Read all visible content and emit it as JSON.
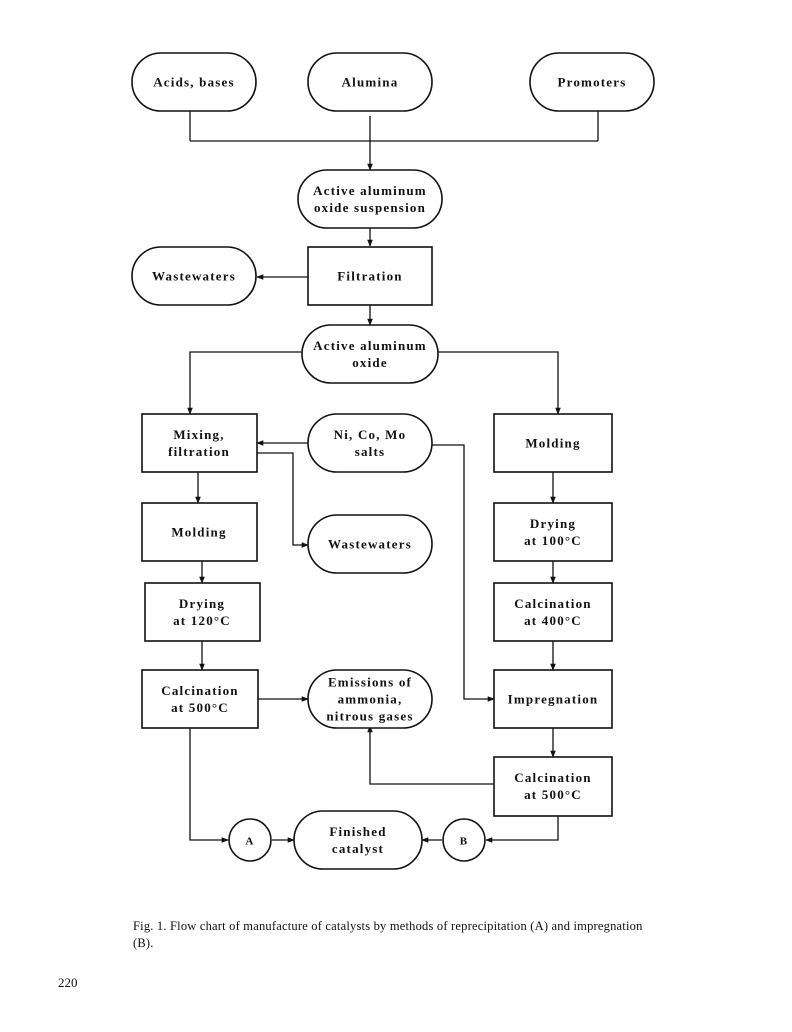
{
  "nodes": {
    "acids": [
      "Acids, bases"
    ],
    "alumina": [
      "Alumina"
    ],
    "promoters": [
      "Promoters"
    ],
    "suspension": [
      "Active aluminum",
      "oxide suspension"
    ],
    "wastewaters_top": [
      "Wastewaters"
    ],
    "filtration": [
      "Filtration"
    ],
    "active_oxide": [
      "Active aluminum",
      "oxide"
    ],
    "mixing": [
      "Mixing,",
      "filtration"
    ],
    "salts": [
      "Ni, Co, Mo",
      "salts"
    ],
    "molding_right": [
      "Molding"
    ],
    "molding_left": [
      "Molding"
    ],
    "wastewaters_mid": [
      "Wastewaters"
    ],
    "drying_right": [
      "Drying",
      "at 100°C"
    ],
    "drying_left": [
      "Drying",
      "at 120°C"
    ],
    "calc_400": [
      "Calcination",
      "at 400°C"
    ],
    "calc_left": [
      "Calcination",
      "at 500°C"
    ],
    "emissions": [
      "Emissions of",
      "ammonia,",
      "nitrous gases"
    ],
    "impregnation": [
      "Impregnation"
    ],
    "calc_right": [
      "Calcination",
      "at 500°C"
    ],
    "circle_a": [
      "A"
    ],
    "finished": [
      "Finished",
      "catalyst"
    ],
    "circle_b": [
      "B"
    ]
  },
  "caption": "Fig. 1.  Flow chart of manufacture of catalysts by methods of reprecipitation (A) and impregnation (B).",
  "page_number": "220"
}
